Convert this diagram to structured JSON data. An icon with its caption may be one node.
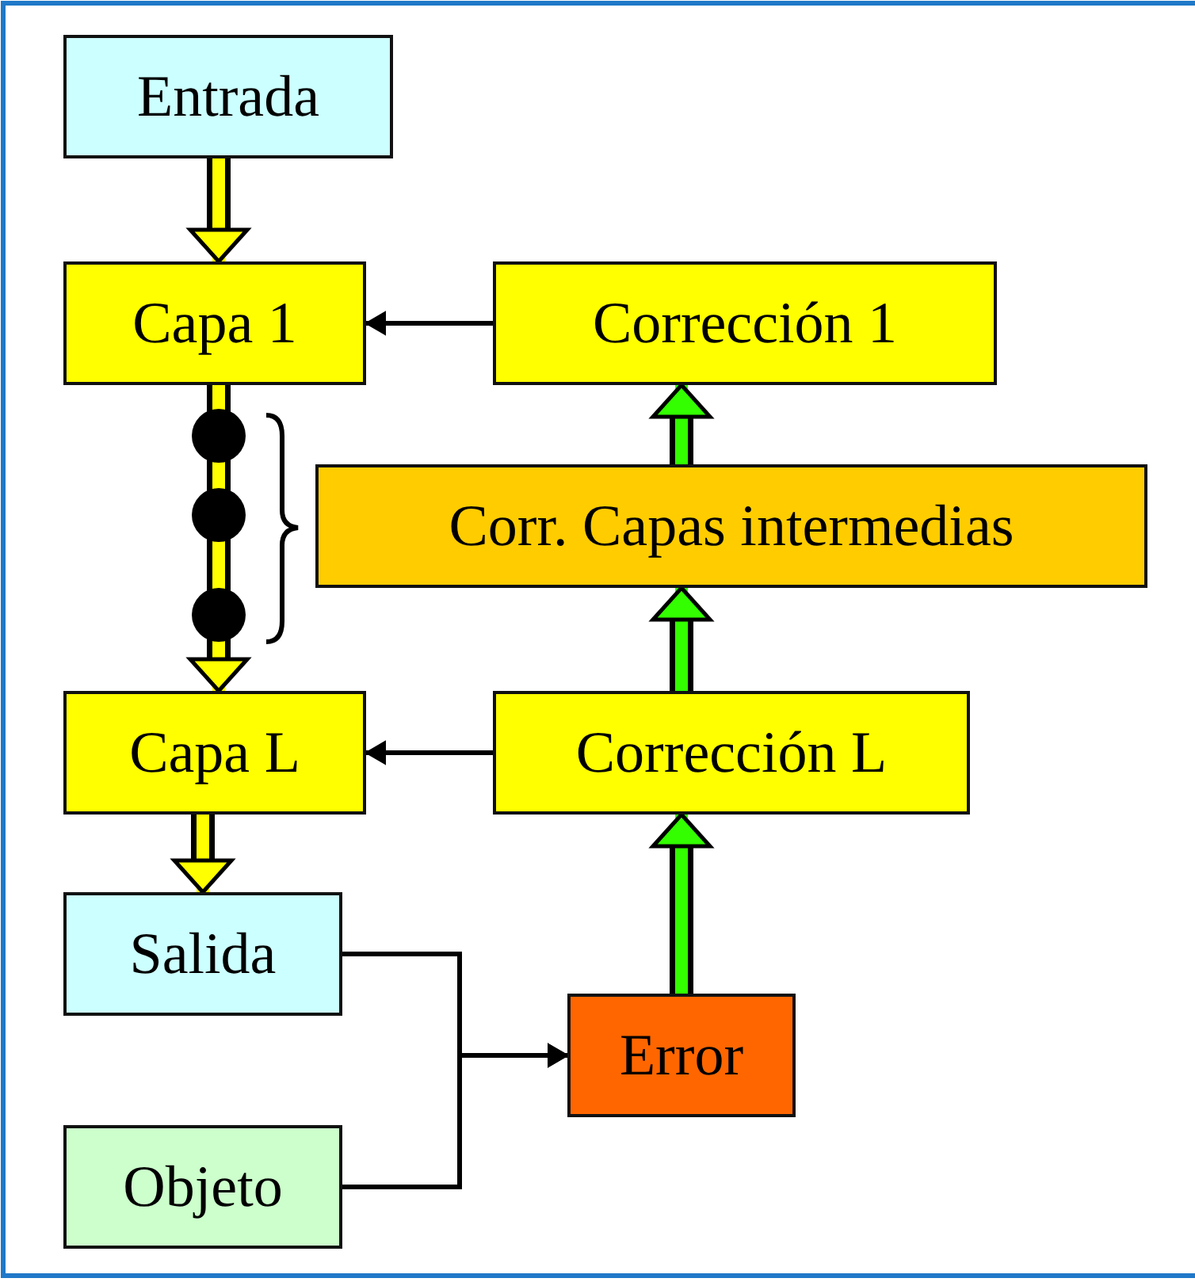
{
  "diagram": {
    "nodes": [
      {
        "text": [
          "Entrada"
        ]
      },
      {
        "text": [
          "Capa 1"
        ]
      },
      {
        "text": [
          "Corrección 1"
        ]
      },
      {
        "text": [
          "Corr. Capas intermedias"
        ]
      },
      {
        "text": [
          "Capa L"
        ]
      },
      {
        "text": [
          "Corrección L"
        ]
      },
      {
        "text": [
          "Salida"
        ]
      },
      {
        "text": [
          "Objeto"
        ]
      },
      {
        "text": [
          "Error"
        ]
      }
    ],
    "edges": [
      {
        "from": 0,
        "to": 1,
        "arrow": "to",
        "color": "#ffff00"
      },
      {
        "from": 2,
        "to": 1,
        "arrow": "to"
      },
      {
        "from": 1,
        "to": 4,
        "arrow": "to",
        "color": "#ffff00"
      },
      {
        "from": 5,
        "to": 4,
        "arrow": "to"
      },
      {
        "from": 4,
        "to": 6,
        "arrow": "to",
        "color": "#ffff00"
      },
      {
        "from": 6,
        "to": 8,
        "arrow": "to"
      },
      {
        "from": 7,
        "to": 8,
        "arrow": "to"
      },
      {
        "from": 8,
        "to": 5,
        "arrow": "to",
        "color": "#33ff00"
      },
      {
        "from": 5,
        "to": 3,
        "arrow": "to",
        "color": "#33ff00"
      },
      {
        "from": 3,
        "to": 2,
        "arrow": "to",
        "color": "#33ff00"
      }
    ]
  }
}
